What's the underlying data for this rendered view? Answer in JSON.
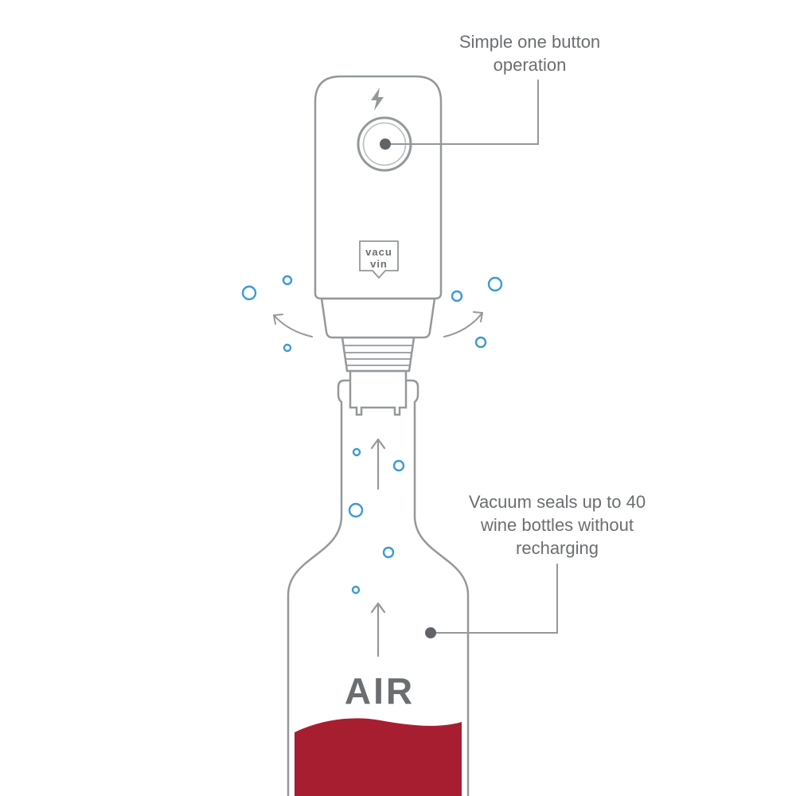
{
  "annotations": {
    "button": {
      "text": "Simple one button operation"
    },
    "vacuum": {
      "text": "Vacuum seals up to 40 wine bottles without recharging"
    }
  },
  "labels": {
    "air": "AIR"
  },
  "logo": {
    "line1": "vacu",
    "line2": "vin"
  },
  "icons": {
    "lightning": "lightning-bolt-icon",
    "bubbles": "bubble-icon",
    "arrows": "up-arrow-icon"
  },
  "colors": {
    "outline_gray": "#94989b",
    "text_gray": "#6b6e71",
    "bubble_blue": "#3d9ad2",
    "wine_red": "#a81e31",
    "anchor_dot": "#606468"
  }
}
